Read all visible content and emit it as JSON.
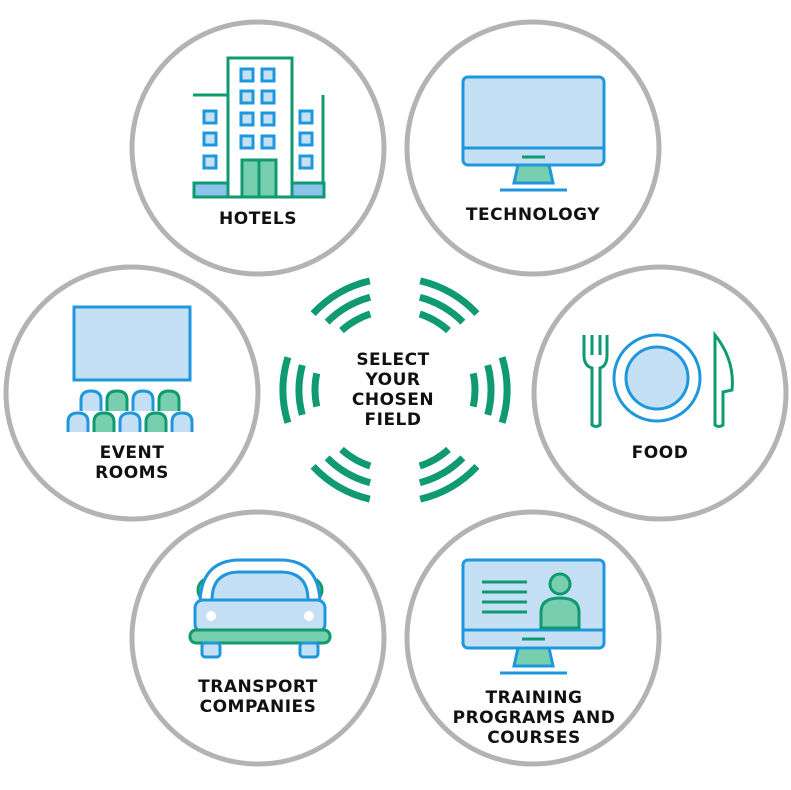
{
  "center_label": [
    "SELECT",
    "YOUR",
    "CHOSEN",
    "FIELD"
  ],
  "fields": [
    {
      "id": "hotels",
      "lines": [
        "HOTELS"
      ],
      "icon": "hotel-building-icon"
    },
    {
      "id": "technology",
      "lines": [
        "TECHNOLOGY"
      ],
      "icon": "computer-monitor-icon"
    },
    {
      "id": "food",
      "lines": [
        "FOOD"
      ],
      "icon": "plate-fork-knife-icon"
    },
    {
      "id": "training",
      "lines": [
        "TRAINING",
        "PROGRAMS AND",
        "COURSES"
      ],
      "icon": "online-training-icon"
    },
    {
      "id": "transport",
      "lines": [
        "TRANSPORT",
        "COMPANIES"
      ],
      "icon": "car-icon"
    },
    {
      "id": "event-rooms",
      "lines": [
        "EVENT",
        "ROOMS"
      ],
      "icon": "event-room-screen-icon"
    }
  ],
  "colors": {
    "circle_border": "#b3b3b3",
    "green": "#0f9a72",
    "blue": "#1e97dc",
    "light_blue": "#c5e0f4",
    "mid_blue": "#8cc3ec",
    "mint": "#78cfb0"
  }
}
